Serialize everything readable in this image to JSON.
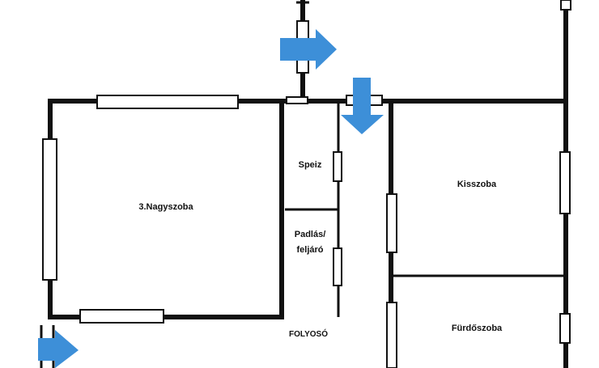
{
  "rooms": {
    "nagyszoba": "3.Nagyszoba",
    "speiz": "Speiz",
    "padlas_line1": "Padlás/",
    "padlas_line2": "feljáró",
    "kisszoba": "Kisszoba",
    "furdoszoba": "Fürdőszoba",
    "folyoso": "FOLYOSÓ"
  },
  "colors": {
    "wall": "#111111",
    "arrow": "#3d8fd8",
    "background": "#ffffff"
  },
  "icons": {
    "entry_arrow": "arrow-right-icon",
    "down_arrow": "arrow-down-icon"
  }
}
